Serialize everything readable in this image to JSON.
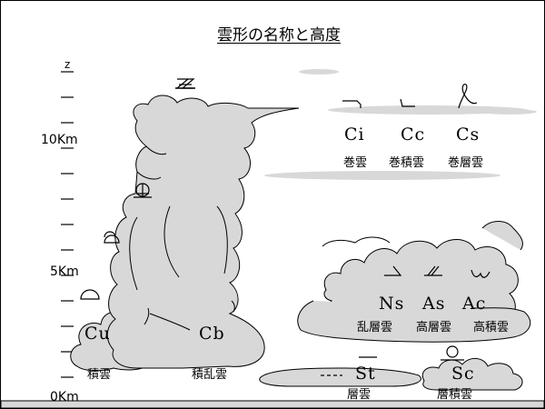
{
  "title": "雲形の名称と高度",
  "altitude_axis": {
    "top_label": "z",
    "ticks": [
      "10Km",
      "5Km",
      "0Km"
    ]
  },
  "clouds": [
    {
      "abbr": "Ci",
      "name": "巻雲"
    },
    {
      "abbr": "Cc",
      "name": "巻積雲"
    },
    {
      "abbr": "Cs",
      "name": "巻層雲"
    },
    {
      "abbr": "Ns",
      "name": "乱層雲"
    },
    {
      "abbr": "As",
      "name": "高層雲"
    },
    {
      "abbr": "Ac",
      "name": "高積雲"
    },
    {
      "abbr": "Cu",
      "name": "積雲"
    },
    {
      "abbr": "Cb",
      "name": "積乱雲"
    },
    {
      "abbr": "St",
      "name": "層雲"
    },
    {
      "abbr": "Sc",
      "name": "層積雲"
    }
  ],
  "colors": {
    "cloud_fill": "#d8d8d8",
    "line": "#000000",
    "background": "#ffffff"
  },
  "symbols": [
    "cirrus-symbol",
    "cirrocumulus-symbol",
    "cirrostratus-symbol",
    "cumulonimbus-anvil-symbol",
    "cumulonimbus-symbol",
    "cumulus-symbol",
    "altocumulus-symbol",
    "altostratus-symbol",
    "stratus-symbol",
    "stratocumulus-symbol"
  ]
}
